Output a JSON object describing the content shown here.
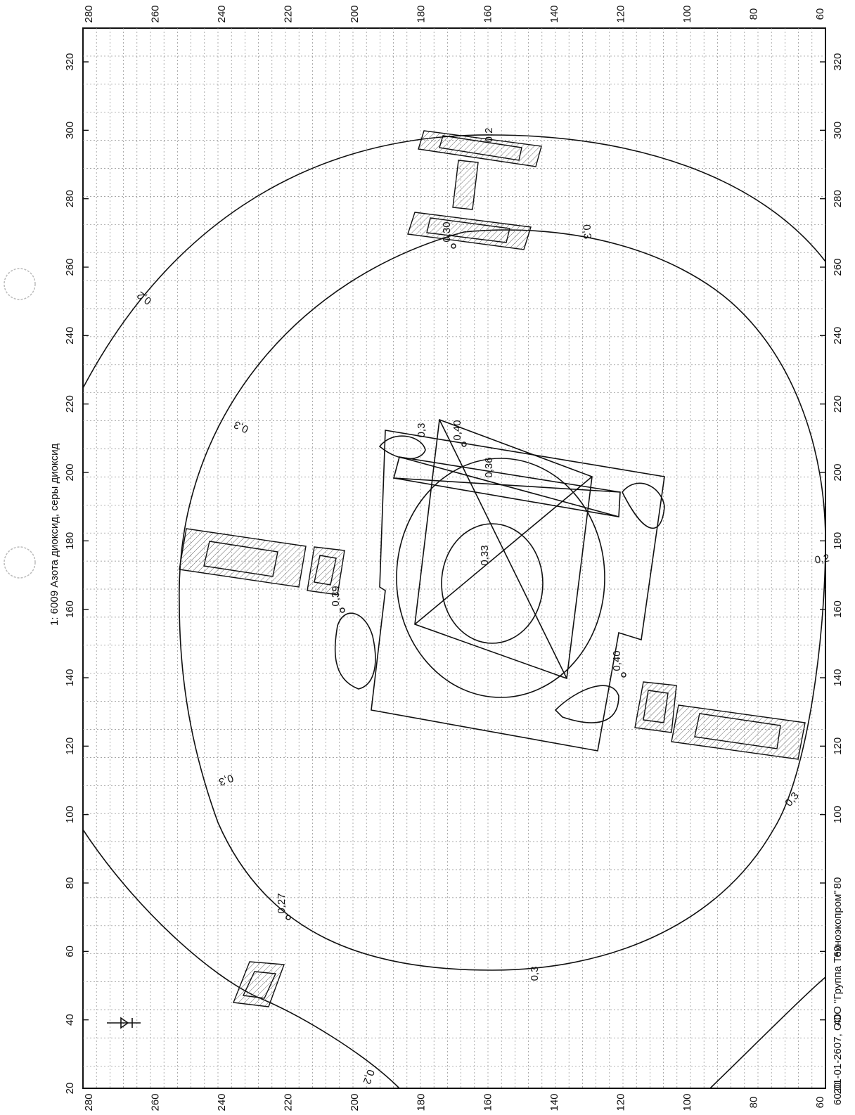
{
  "diagram": {
    "title": "1: 6009 Азота диоксид, серы диоксид",
    "footer": "60 01-01-2607, ООО \"Группа Техноэкопром\"",
    "axis_x_ticks": [
      "20",
      "40",
      "60",
      "80",
      "100",
      "120",
      "140",
      "160",
      "180",
      "200",
      "220",
      "240",
      "260",
      "280",
      "300",
      "320"
    ],
    "axis_y_ticks": [
      "280",
      "260",
      "240",
      "220",
      "200",
      "180",
      "160",
      "140",
      "120",
      "100",
      "80",
      "60"
    ],
    "isolines": [
      {
        "label": "0,2"
      },
      {
        "label": "0,2"
      },
      {
        "label": "0,2"
      },
      {
        "label": "0,2"
      },
      {
        "label": "0,3"
      },
      {
        "label": "0,3"
      },
      {
        "label": "0,3"
      },
      {
        "label": "0,3"
      },
      {
        "label": "0,3"
      }
    ],
    "points": [
      {
        "label": "0,40"
      },
      {
        "label": "0,39"
      },
      {
        "label": "0,40"
      },
      {
        "label": "0,30"
      },
      {
        "label": "0,27"
      }
    ],
    "inner_labels": [
      {
        "label": "0,3"
      },
      {
        "label": "0,33"
      },
      {
        "label": "0,36"
      }
    ],
    "colors": {
      "ink": "#111111",
      "grid": "#8a8a8a",
      "hatch": "#555555"
    }
  }
}
